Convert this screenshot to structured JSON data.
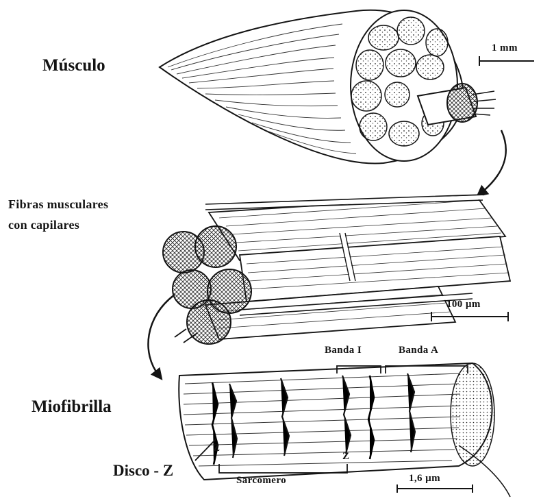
{
  "labels": {
    "musculo": "Músculo",
    "fibras_line1": "Fibras musculares",
    "fibras_line2": "con capilares",
    "miofibrilla": "Miofibrilla",
    "disco_z": "Disco - Z",
    "z_left": "Z",
    "z_right": "Z",
    "sarcomero": "Sarcómero",
    "banda_i": "Banda I",
    "banda_a": "Banda A"
  },
  "scale_bars": {
    "muscle": "1 mm",
    "fibers": "100 µm",
    "myofibril": "1,6 µm"
  },
  "colors": {
    "ink": "#141414",
    "paper": "#ffffff",
    "shade": "#d8d8d8"
  }
}
